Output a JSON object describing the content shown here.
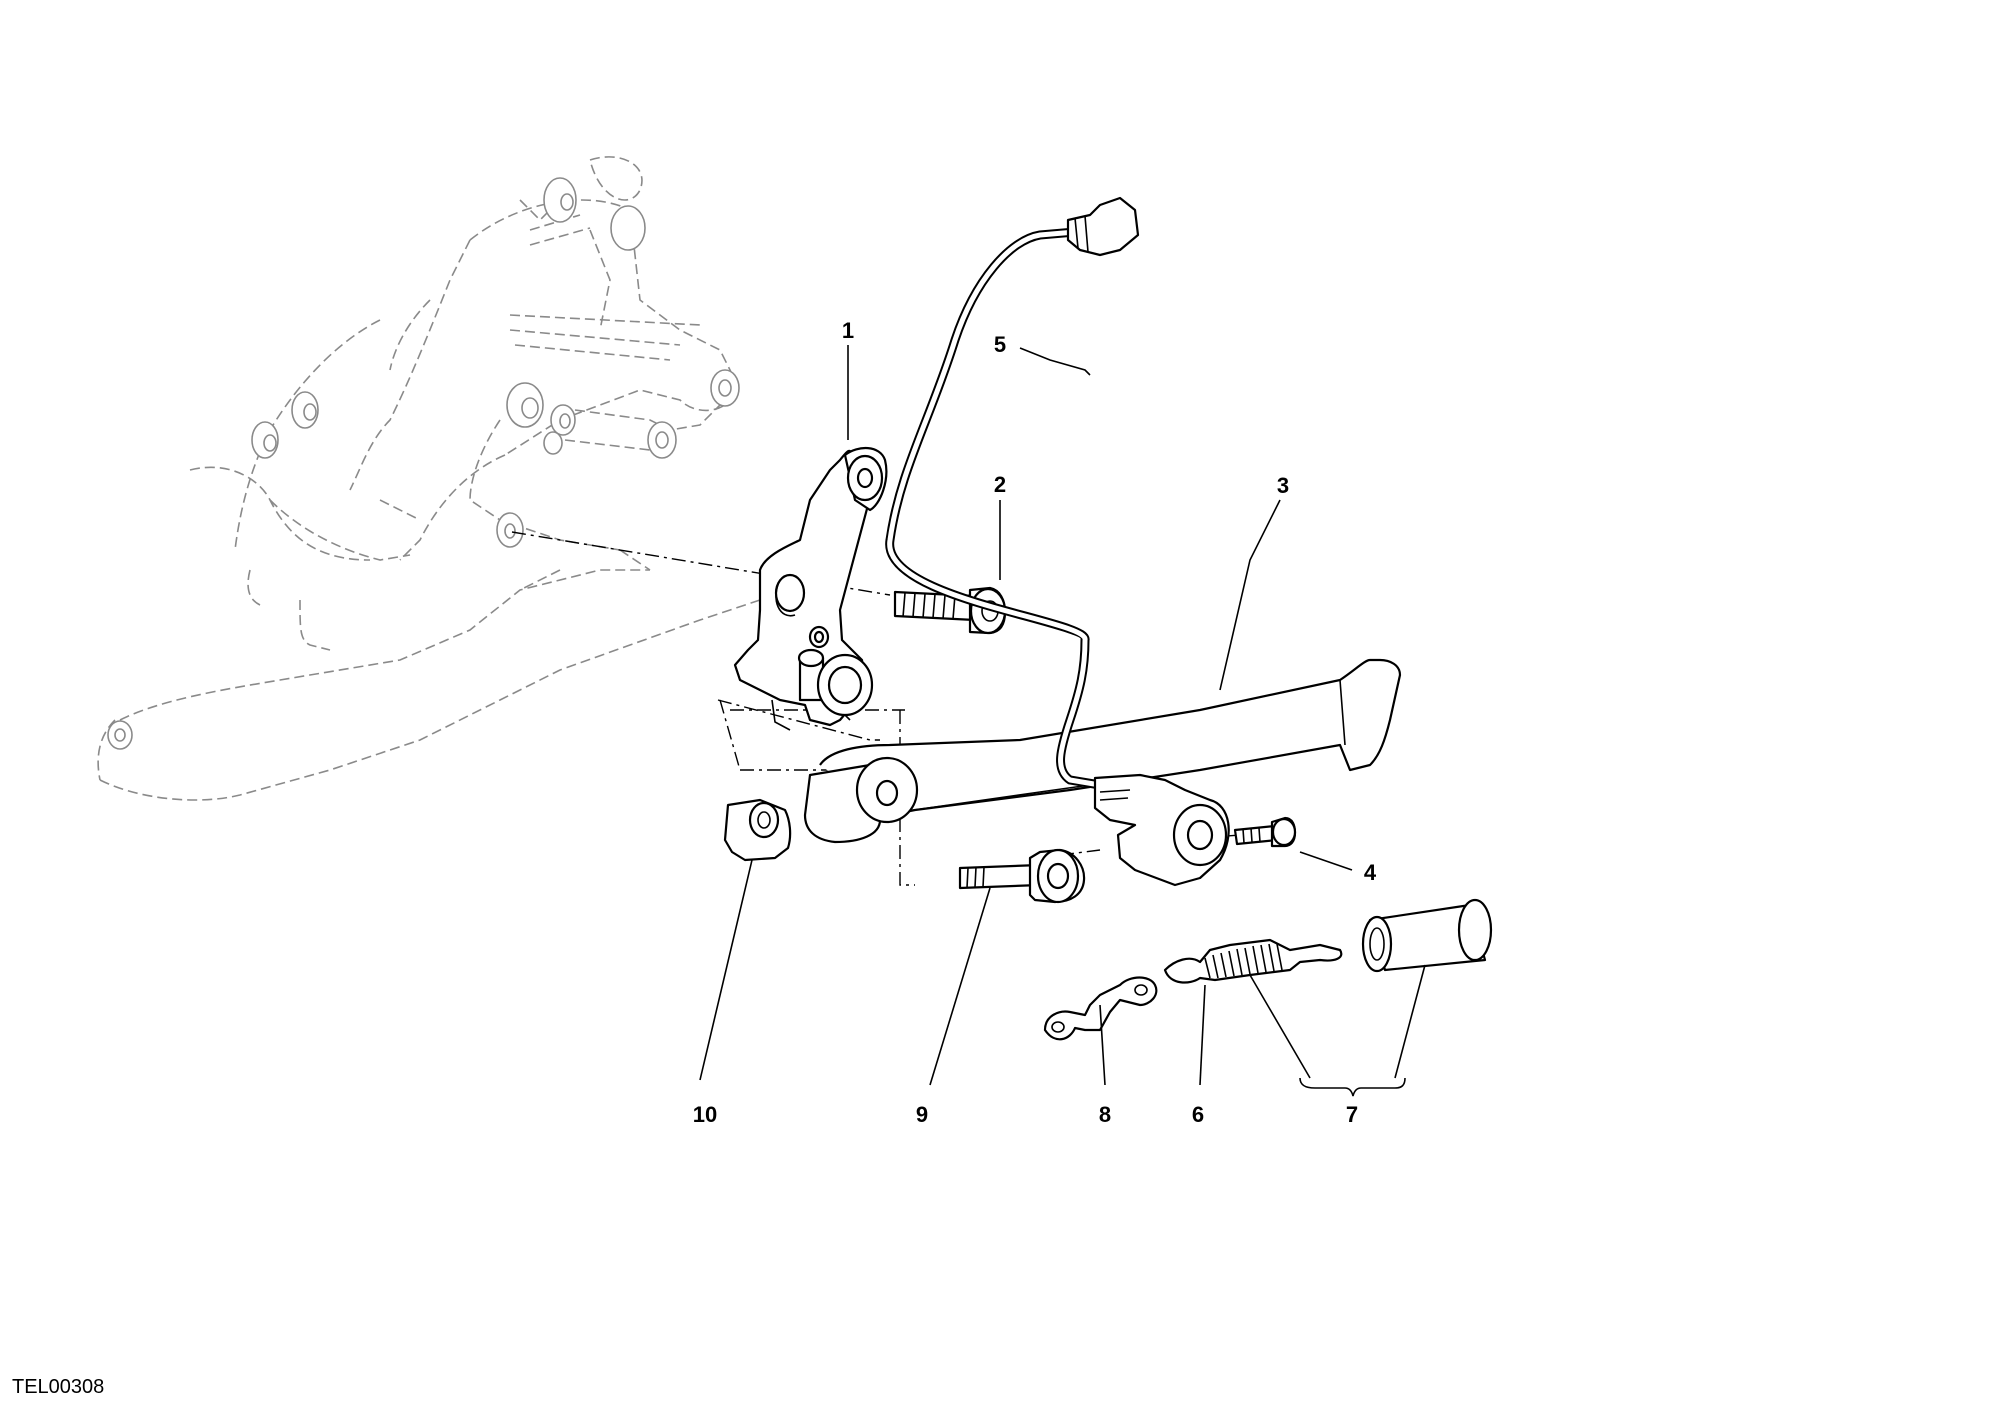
{
  "drawing": {
    "code": "TEL00308"
  },
  "callouts": [
    "1",
    "2",
    "3",
    "4",
    "5",
    "6",
    "7",
    "8",
    "9",
    "10"
  ]
}
